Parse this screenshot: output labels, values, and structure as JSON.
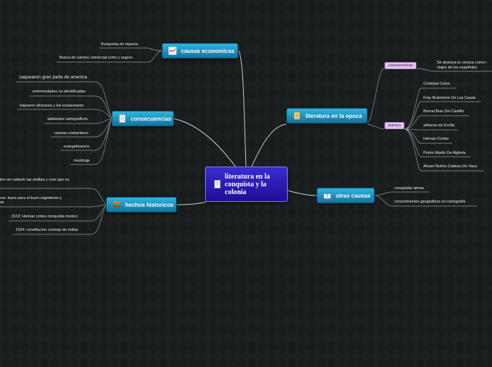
{
  "central": {
    "title": "literatura en la conquista y la colonia",
    "icon": "document-icon"
  },
  "topics": {
    "causas_economicas": {
      "label": "causas economicas",
      "icon": "chart-icon"
    },
    "consecuencias": {
      "label": "consecuencias",
      "icon": "document-icon"
    },
    "hechos_historicos": {
      "label": "hechos historicos",
      "icon": "books-icon"
    },
    "literatura_epoca": {
      "label": "literatura en la epoca",
      "icon": "scroll-icon"
    },
    "otras_causas": {
      "label": "otras causas",
      "icon": "open-book-icon"
    }
  },
  "causas_economicas_items": [
    "Busqueda de riqueza",
    "Busca de camino comercial corto y seguro"
  ],
  "consecuencias_items": [
    "saquearon gran parte de america",
    "enfermedades no identificadas",
    "trajearon africanos y los esclavizaron",
    "adelantos cartograficos",
    "nuevas costumbres",
    "evangelizacion",
    "mestizaje"
  ],
  "hechos_items": [
    "bre sin saberlo las antillas y cree que es",
    "ros: leyes para el buen regimiento y",
    "os",
    "1519: Hernan cortes conquista mexico",
    "1524: constitucion consejo de indias"
  ],
  "literatura": {
    "caracteristicas_label": "caracteristicas",
    "caracteristicas_text": [
      "Se destaca la cronica como r",
      "viajes de los españoles"
    ],
    "autores_label": "autores",
    "autores": [
      "Cristobal Colon",
      "Fray Bratolome De Las Casas",
      "Bernal Bias Del Castillo",
      "aAlonso de Ercilla",
      "Hernan Cortes",
      "Pedro Martin De Algleria",
      "Alvaro Nuñes Cabeza De Vaca"
    ]
  },
  "otras_causas_items": [
    "conquistar almas",
    "conocimientos geograficos en cartografia"
  ],
  "colors": {
    "topic": "#1a8fbf",
    "central": "#2a1cb8",
    "tag": "#e5c2f0",
    "background": "#181c1d"
  }
}
